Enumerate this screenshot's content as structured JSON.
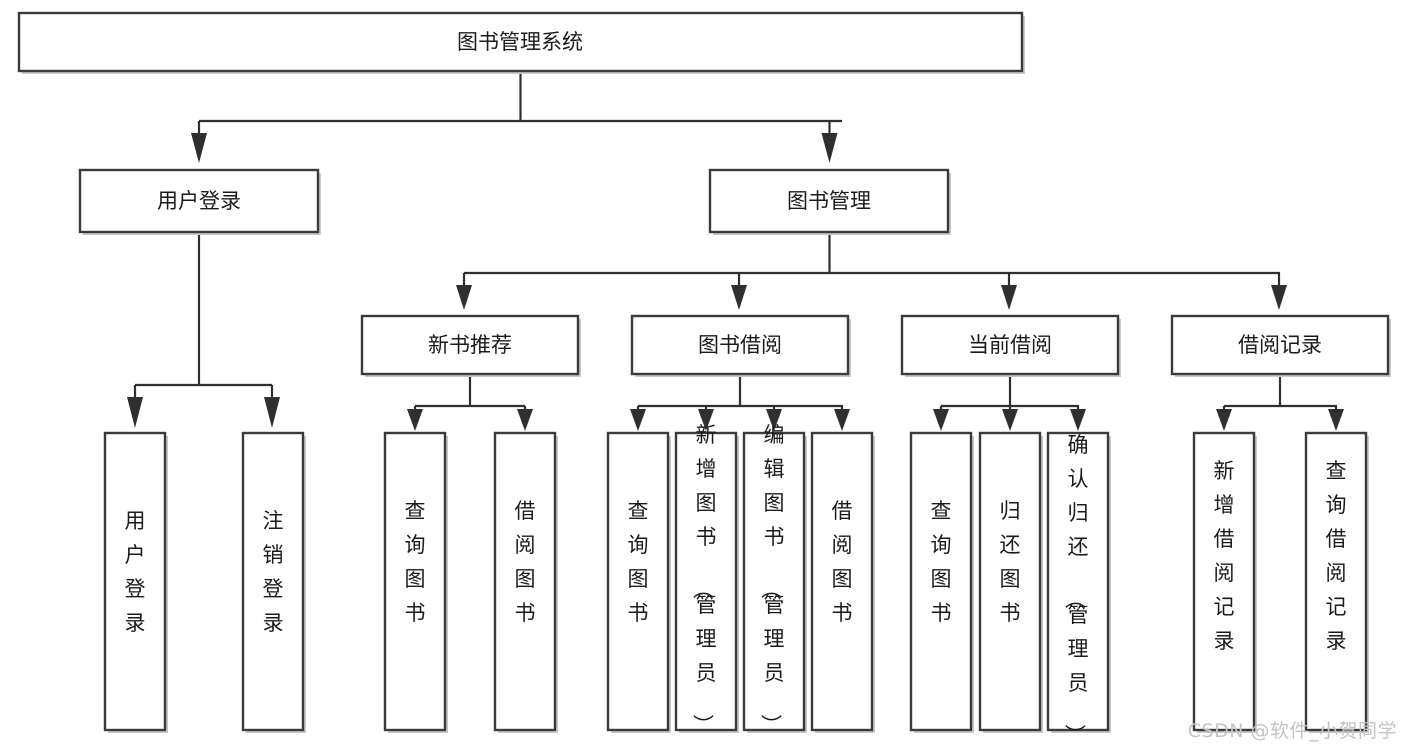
{
  "diagram": {
    "type": "tree",
    "title": "图书管理系统",
    "orientation": "top-down",
    "watermark": "CSDN @软件_小贺同学",
    "colors": {
      "box_fill": "#ffffff",
      "box_stroke": "#3b3b3b",
      "shadow": "#c9c9c9",
      "link": "#2f2f2f",
      "text": "#1b1b1b",
      "watermark": "#c4c4c4"
    },
    "levels": {
      "root": {
        "label": "图书管理系统"
      },
      "level2": [
        {
          "label": "用户登录"
        },
        {
          "label": "图书管理"
        }
      ],
      "level3": [
        {
          "label": "新书推荐",
          "parent": "图书管理"
        },
        {
          "label": "图书借阅",
          "parent": "图书管理"
        },
        {
          "label": "当前借阅",
          "parent": "图书管理"
        },
        {
          "label": "借阅记录",
          "parent": "图书管理"
        }
      ],
      "leaves": [
        {
          "label": "用户登录",
          "parent": "用户登录",
          "align": "middle"
        },
        {
          "label": "注销登录",
          "parent": "用户登录",
          "align": "middle"
        },
        {
          "label": "查询图书",
          "parent": "新书推荐",
          "align": "middle"
        },
        {
          "label": "借阅图书",
          "parent": "新书推荐",
          "align": "middle"
        },
        {
          "label": "查询图书",
          "parent": "图书借阅",
          "align": "middle"
        },
        {
          "label": "新增图书（管理员）",
          "parent": "图书借阅",
          "align": "top"
        },
        {
          "label": "编辑图书（管理员）",
          "parent": "图书借阅",
          "align": "top"
        },
        {
          "label": "借阅图书",
          "parent": "图书借阅",
          "align": "middle"
        },
        {
          "label": "查询图书",
          "parent": "当前借阅",
          "align": "middle"
        },
        {
          "label": "归还图书",
          "parent": "当前借阅",
          "align": "middle"
        },
        {
          "label": "确认归还（管理员）",
          "parent": "当前借阅",
          "align": "top"
        },
        {
          "label": "新增借阅记录",
          "parent": "借阅记录",
          "align": "middle"
        },
        {
          "label": "查询借阅记录",
          "parent": "借阅记录",
          "align": "middle"
        }
      ]
    }
  },
  "nodes": {
    "root": "图书管理系统",
    "user_login": "用户登录",
    "book_manage": "图书管理",
    "new_book_rec": "新书推荐",
    "book_borrow": "图书借阅",
    "current_borrow": "当前借阅",
    "borrow_record": "借阅记录",
    "leaf_user_login": "用户登录",
    "leaf_logout": "注销登录",
    "leaf_query_book_1": "查询图书",
    "leaf_borrow_book_1": "借阅图书",
    "leaf_query_book_2": "查询图书",
    "leaf_add_book_admin": "新增图书（管理员）",
    "leaf_edit_book_admin": "编辑图书（管理员）",
    "leaf_borrow_book_2": "借阅图书",
    "leaf_query_book_3": "查询图书",
    "leaf_return_book": "归还图书",
    "leaf_confirm_return_admin": "确认归还（管理员）",
    "leaf_add_record": "新增借阅记录",
    "leaf_query_record": "查询借阅记录"
  },
  "watermark": {
    "label": "CSDN @软件_小贺同学"
  }
}
